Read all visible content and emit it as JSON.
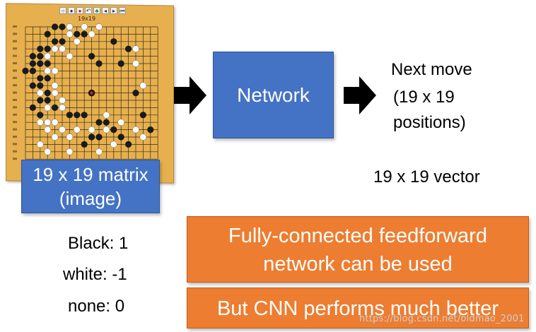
{
  "board": {
    "caption": "19x19",
    "toolbar_icons": [
      "stone-icon",
      "black-stone-icon",
      "red-dot-icon",
      "undo-icon",
      "tree-icon",
      "back-icon",
      "forward-icon",
      "first-icon",
      "last-icon"
    ],
    "stone_colors": {
      "black": "#1a1a1a",
      "white": "#fafafa",
      "last_move": "#c0201b"
    }
  },
  "matrix_box": {
    "line1": "19 x 19 matrix",
    "line2": "(image)"
  },
  "network_box": {
    "label": "Network"
  },
  "next_move": {
    "line1": "Next move",
    "line2": "(19 x 19",
    "line3": "positions)"
  },
  "vector_label": "19 x 19 vector",
  "encoding": {
    "black": "Black: 1",
    "white": "white: -1",
    "none": "none: 0"
  },
  "callout_1": {
    "line1": "Fully-connected feedforward",
    "line2": "network can be used"
  },
  "callout_2": {
    "text": "But CNN performs much better"
  },
  "watermark": "https://blog.csdn.net/oldmao_2001",
  "colors": {
    "blue": "#4472c4",
    "orange": "#ed7d31",
    "board": "#e6b04f"
  }
}
